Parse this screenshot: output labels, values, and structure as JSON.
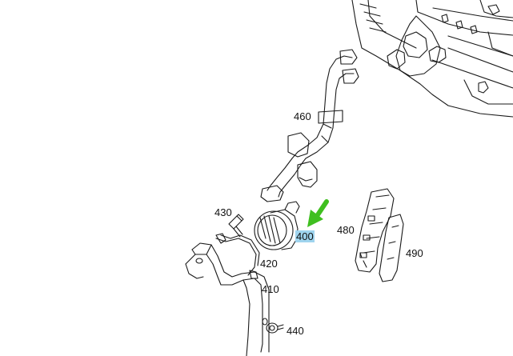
{
  "diagram": {
    "accent_color": "#9fd4ee",
    "arrow_color": "#3fbf1f",
    "callouts": [
      {
        "id": "460",
        "text": "460",
        "part": "coolant-hose",
        "highlighted": false
      },
      {
        "id": "430",
        "text": "430",
        "part": "screw",
        "highlighted": false
      },
      {
        "id": "400",
        "text": "400",
        "part": "auxiliary-water-pump",
        "highlighted": true
      },
      {
        "id": "480",
        "text": "480",
        "part": "cover",
        "highlighted": false
      },
      {
        "id": "490",
        "text": "490",
        "part": "cover-seal",
        "highlighted": false
      },
      {
        "id": "420",
        "text": "420",
        "part": "clamp",
        "highlighted": false
      },
      {
        "id": "410",
        "text": "410",
        "part": "bracket",
        "highlighted": false
      },
      {
        "id": "440",
        "text": "440",
        "part": "bolt",
        "highlighted": false
      }
    ]
  }
}
